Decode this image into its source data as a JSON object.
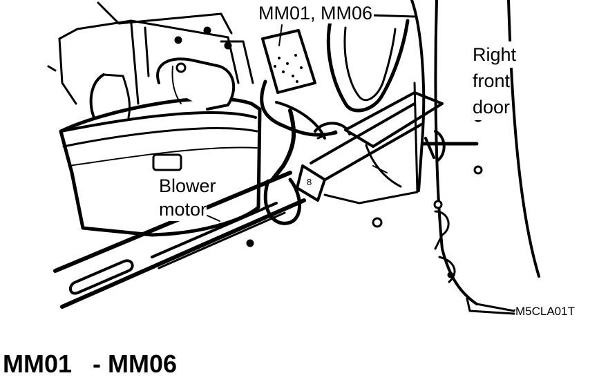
{
  "labels": {
    "connector": "MM01, MM06",
    "door_line1": "Right",
    "door_line2": "front",
    "door_line3": "door",
    "blower_line1": "Blower",
    "blower_line2": "motor",
    "figure_code": "M5CLA01T"
  },
  "caption": "MM01   - MM06"
}
